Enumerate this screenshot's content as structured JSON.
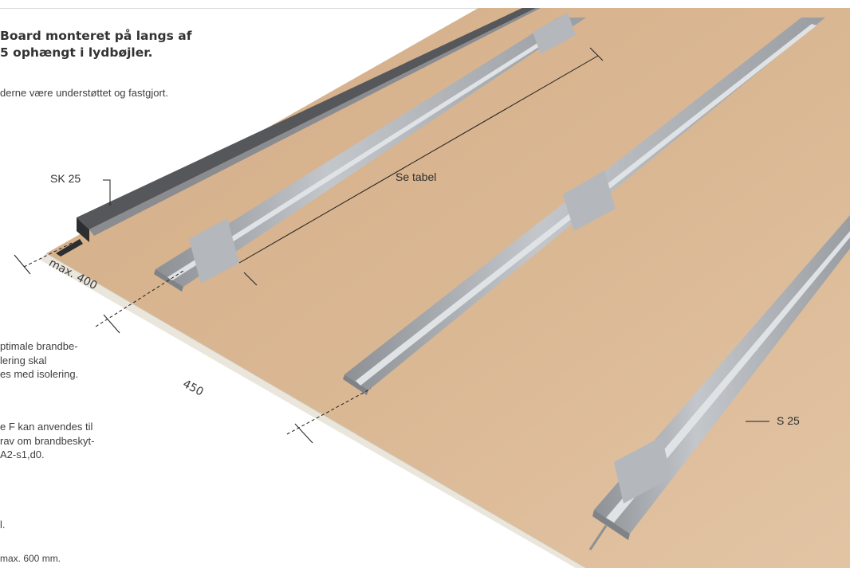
{
  "heading": {
    "line1": "Board monteret på langs af",
    "line2": "5 ophængt i lydbøjler."
  },
  "intro_text": "derne være understøttet og fastgjort.",
  "note_insulation": [
    "ptimale brandbe-",
    "lering skal",
    "es med isolering."
  ],
  "note_fire": [
    "e F kan anvendes til",
    "rav om brandbeskyt-",
    " A2-s1,d0."
  ],
  "note_dot": "l.",
  "note_max": "max. 600 mm.",
  "labels": {
    "sk25": "SK 25",
    "se_tabel": "Se tabel",
    "s25": "S 25"
  },
  "dimensions": {
    "max400": "max. 400",
    "d450": "450"
  },
  "colors": {
    "board_face": "#d9b592",
    "board_edge": "#ebe6dc",
    "profile": "#a9adb1",
    "profile_dark": "#7f8387",
    "profile_light": "#c8ccd0",
    "edge_profile": "#3c3d40"
  }
}
